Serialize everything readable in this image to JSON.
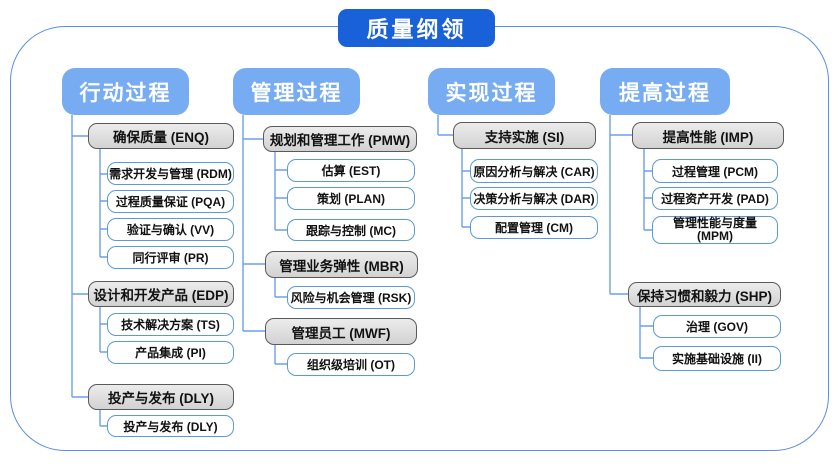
{
  "title": "质量纲领",
  "colors": {
    "title_bg": "#1961D9",
    "header_bg": "#77ACF2",
    "connector": "#6D9EEB",
    "gray_fill": "#D9D9D9",
    "gray_border": "#5A5A5A",
    "leaf_border": "#5B9BD5",
    "outer_border": "#5B8FE0"
  },
  "columns": [
    {
      "header": "行动过程",
      "groups": [
        {
          "label": "确保质量 (ENQ)",
          "children": [
            "需求开发与管理 (RDM)",
            "过程质量保证 (PQA)",
            "验证与确认 (VV)",
            "同行评审 (PR)"
          ]
        },
        {
          "label": "设计和开发产品 (EDP)",
          "children": [
            "技术解决方案 (TS)",
            "产品集成 (PI)"
          ]
        },
        {
          "label": "投产与发布 (DLY)",
          "children": [
            "投产与发布 (DLY)"
          ]
        }
      ]
    },
    {
      "header": "管理过程",
      "groups": [
        {
          "label": "规划和管理工作 (PMW)",
          "children": [
            "估算 (EST)",
            "策划 (PLAN)",
            "跟踪与控制 (MC)"
          ]
        },
        {
          "label": "管理业务弹性 (MBR)",
          "children": [
            "风险与机会管理 (RSK)"
          ]
        },
        {
          "label": "管理员工 (MWF)",
          "children": [
            "组织级培训 (OT)"
          ]
        }
      ]
    },
    {
      "header": "实现过程",
      "groups": [
        {
          "label": "支持实施 (SI)",
          "children": [
            "原因分析与解决 (CAR)",
            "决策分析与解决 (DAR)",
            "配置管理 (CM)"
          ]
        }
      ]
    },
    {
      "header": "提高过程",
      "groups": [
        {
          "label": "提高性能 (IMP)",
          "children": [
            "过程管理 (PCM)",
            "过程资产开发 (PAD)",
            "管理性能与度量 (MPM)"
          ]
        },
        {
          "label": "保持习惯和毅力 (SHP)",
          "children": [
            "治理 (GOV)",
            "实施基础设施 (II)"
          ]
        }
      ]
    }
  ]
}
